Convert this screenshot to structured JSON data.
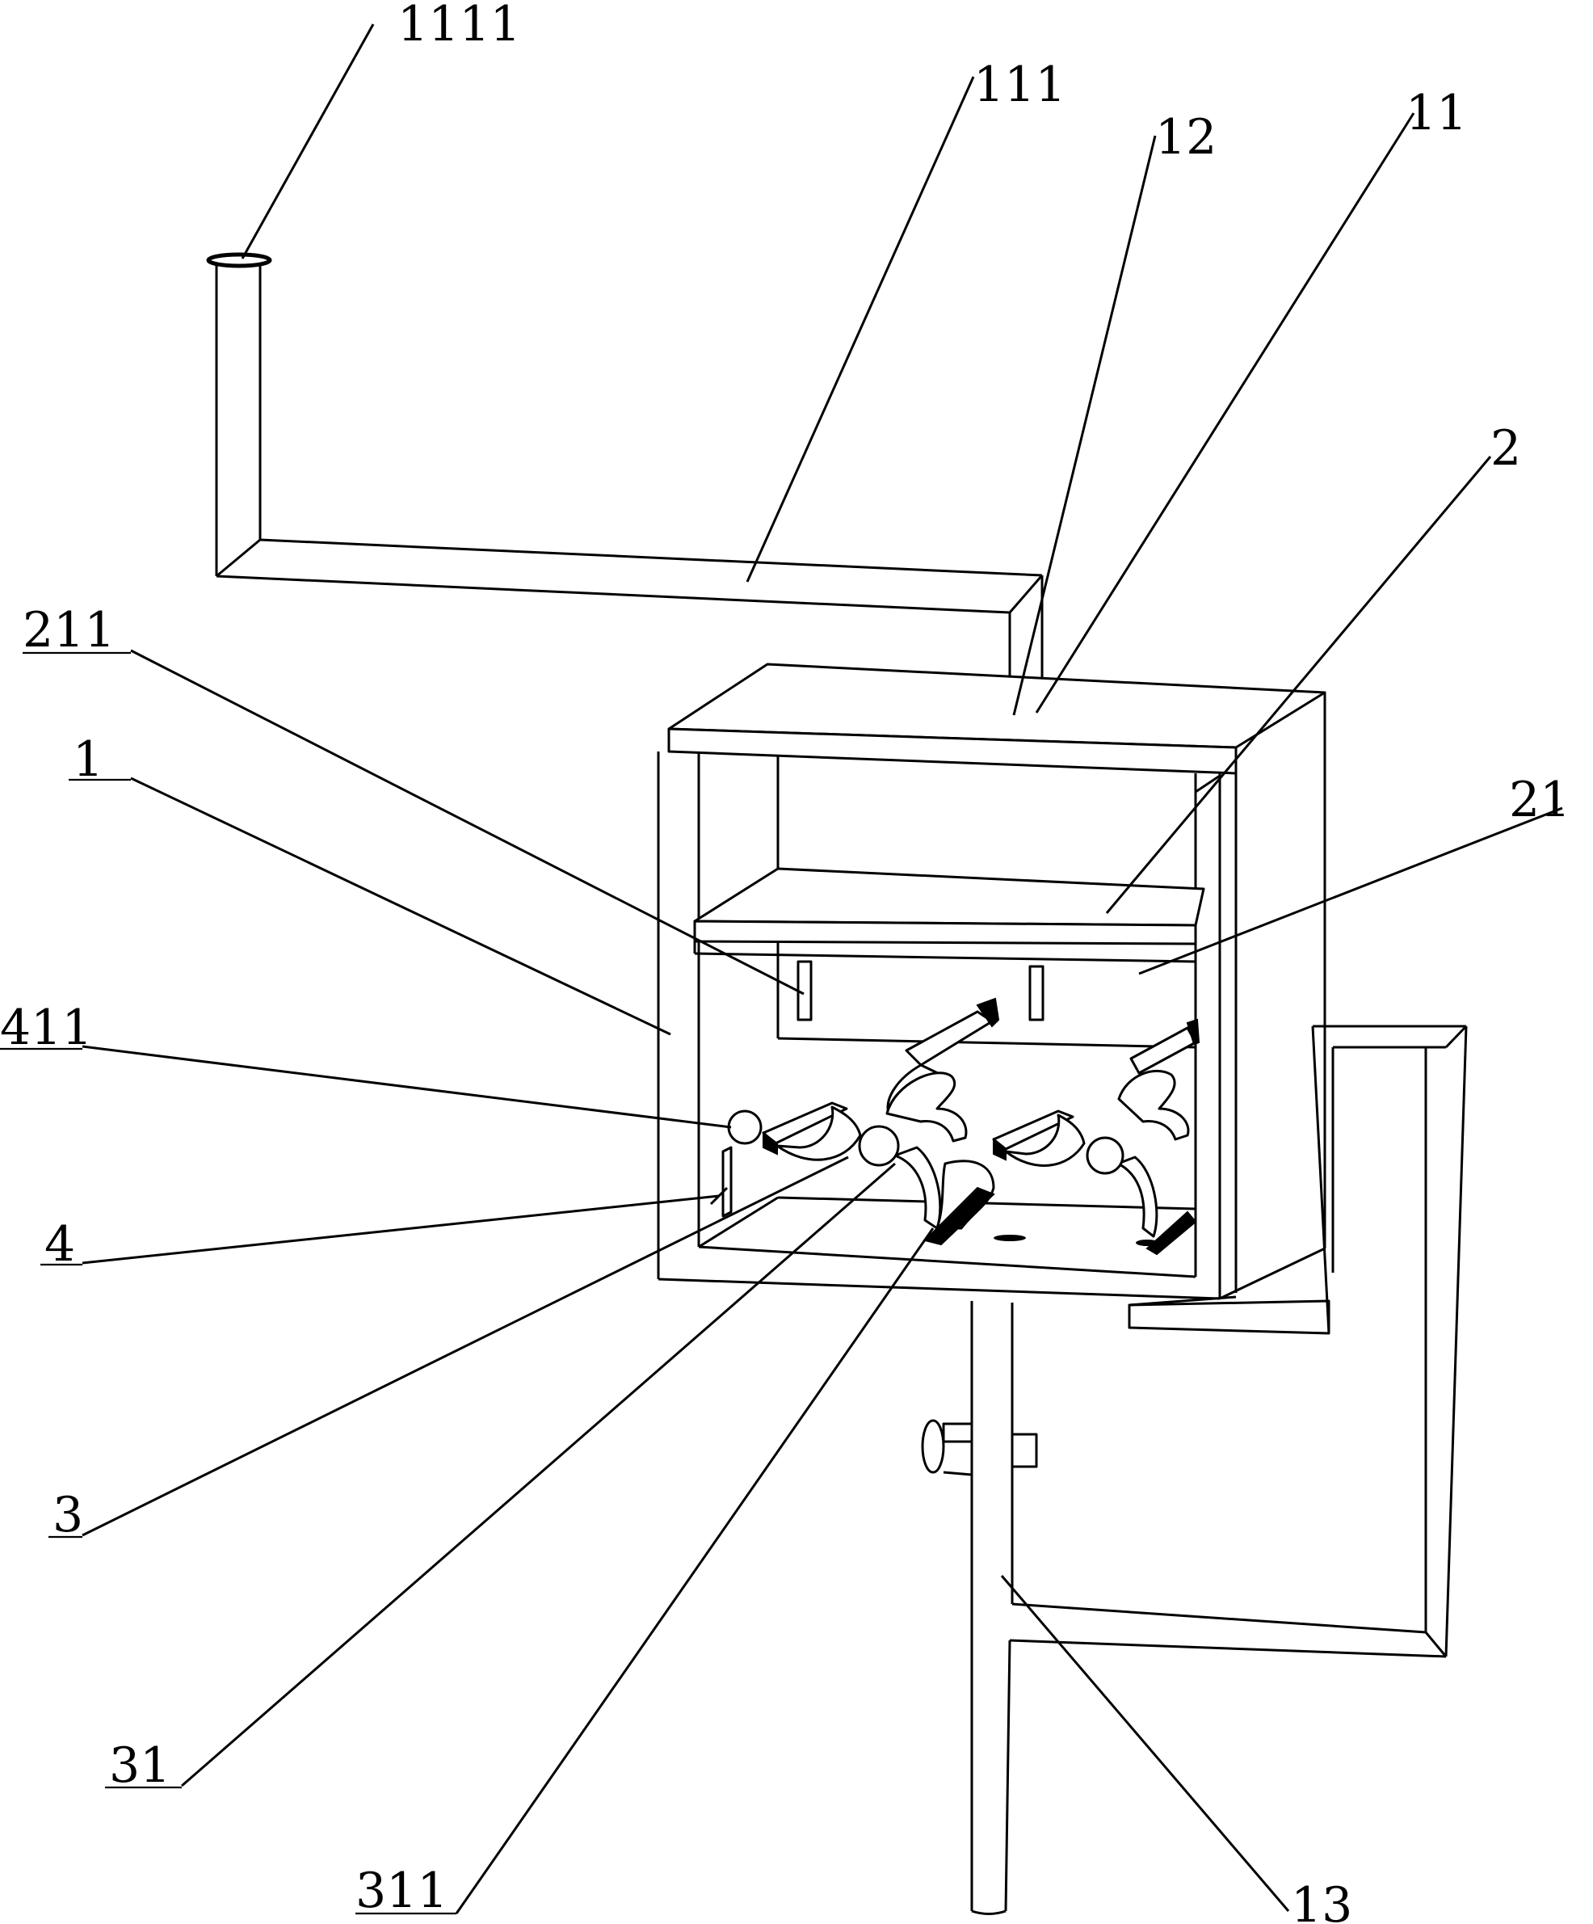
{
  "figure": {
    "labels": [
      {
        "id": "1111",
        "text": "1111"
      },
      {
        "id": "111",
        "text": "111"
      },
      {
        "id": "12",
        "text": "12"
      },
      {
        "id": "11",
        "text": "11"
      },
      {
        "id": "2",
        "text": "2"
      },
      {
        "id": "211",
        "text": "211"
      },
      {
        "id": "21",
        "text": "21"
      },
      {
        "id": "1",
        "text": "1"
      },
      {
        "id": "411",
        "text": "411"
      },
      {
        "id": "4",
        "text": "4"
      },
      {
        "id": "3",
        "text": "3"
      },
      {
        "id": "31",
        "text": "31"
      },
      {
        "id": "311",
        "text": "311"
      },
      {
        "id": "13",
        "text": "13"
      }
    ]
  }
}
